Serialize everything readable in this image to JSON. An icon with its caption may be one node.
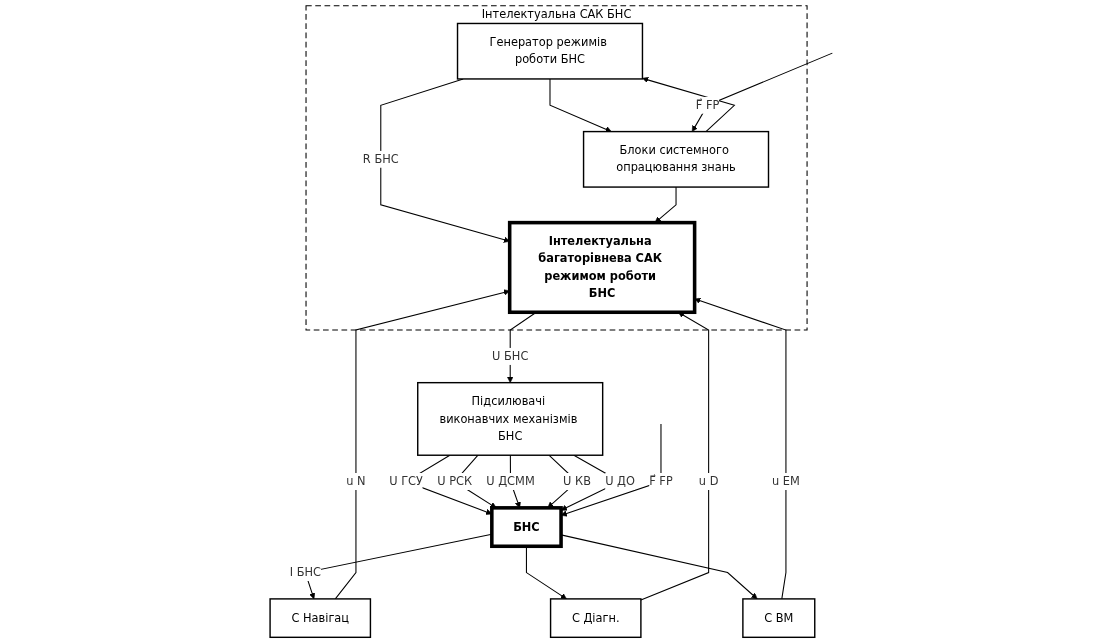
{
  "diagram": {
    "nodes": [
      {
        "text": [
          "Інтелектуальна САК БНС"
        ]
      },
      {
        "text": [
          "Генератор режимів роботи БНС"
        ],
        "in": 0
      },
      {
        "text": [
          "Блоки системного опрацювання знань"
        ],
        "in": 0
      },
      {
        "text": [
          "Інтелектуальна багаторівнева САК режимом роботи БНС"
        ],
        "in": 0
      },
      {
        "text": [
          "Підсилювачі виконавчих механізмів БНС"
        ]
      },
      {
        "text": [
          "БНС"
        ]
      },
      {
        "text": [
          "С Навігац"
        ]
      },
      {
        "text": [
          "С Діагн."
        ]
      },
      {
        "text": [
          "С ВМ"
        ]
      }
    ],
    "edges": [
      {
        "from": 1,
        "to": 2,
        "arrow": "to"
      },
      {
        "from": 2,
        "to": 1,
        "arrow": "to"
      },
      {
        "from": 1,
        "to": 3,
        "arrow": "to",
        "label": "R БНС"
      },
      {
        "from": 2,
        "to": 3,
        "arrow": "to"
      },
      {
        "from": null,
        "to": 2,
        "arrow": "to",
        "label": "F⃗ FP"
      },
      {
        "from": 3,
        "to": 4,
        "arrow": "to",
        "label": "U БНС"
      },
      {
        "from": 4,
        "to": 5,
        "arrow": "to",
        "label": "U ГСУ"
      },
      {
        "from": 4,
        "to": 5,
        "arrow": "to",
        "label": "U РСК"
      },
      {
        "from": 4,
        "to": 5,
        "arrow": "to",
        "label": "U ДСММ"
      },
      {
        "from": 4,
        "to": 5,
        "arrow": "to",
        "label": "U КВ"
      },
      {
        "from": 4,
        "to": 5,
        "arrow": "to",
        "label": "U ДО"
      },
      {
        "from": null,
        "to": 5,
        "arrow": "to",
        "label": "F⃗ FP"
      },
      {
        "from": 5,
        "to": 6,
        "arrow": "to",
        "label": "I БНС"
      },
      {
        "from": 5,
        "to": 7,
        "arrow": "to"
      },
      {
        "from": 5,
        "to": 8,
        "arrow": "to"
      },
      {
        "from": 6,
        "to": 3,
        "arrow": "to",
        "label": "u N"
      },
      {
        "from": 7,
        "to": 3,
        "arrow": "to",
        "label": "u D"
      },
      {
        "from": 8,
        "to": 3,
        "arrow": "to",
        "label": "u EM"
      }
    ]
  }
}
